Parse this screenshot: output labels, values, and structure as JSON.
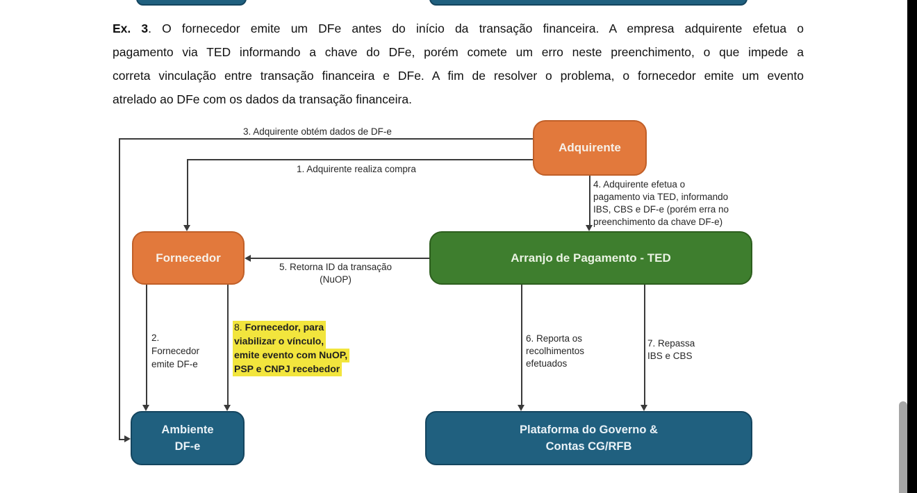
{
  "colors": {
    "orange_fill": "#E2793C",
    "orange_border": "#C05F28",
    "green_fill": "#3E7E2E",
    "green_border": "#2D5E1E",
    "teal_fill": "#20607F",
    "teal_border": "#14455F",
    "highlight_yellow": "#F2E53D",
    "line_color": "#3A3A3A",
    "label_color": "#262626",
    "scrollbar_thumb": "#A6A6A6",
    "right_edge_strip": "#000000"
  },
  "paragraph": {
    "bold_prefix": "Ex. 3",
    "line1_rest": ". O fornecedor emite um DFe antes do início da transação financeira. A empresa adquirente efetua o",
    "line2": "pagamento via TED informando a chave do DFe, porém comete um erro neste preenchimento, o que impede a",
    "line3": "correta vinculação entre transação financeira e DFe. A fim de resolver o problema, o fornecedor emite um evento",
    "line4": "atrelado ao DFe com os dados da transação financeira."
  },
  "diagram": {
    "nodes": {
      "adquirente": "Adquirente",
      "fornecedor": "Fornecedor",
      "arranjo": "Arranjo de Pagamento - TED",
      "ambiente_line1": "Ambiente",
      "ambiente_line2": "DF-e",
      "plataforma_line1": "Plataforma do Governo &",
      "plataforma_line2": "Contas CG/RFB"
    },
    "edge_labels": {
      "e1": "1. Adquirente realiza compra",
      "e2_lines": [
        "2.",
        "Fornecedor",
        "emite DF-e"
      ],
      "e3": "3. Adquirente obtém dados de DF-e",
      "e4_lines": [
        "4. Adquirente efetua o",
        "pagamento via TED, informando",
        "IBS, CBS e DF-e (porém erra no",
        "preenchimento da chave DF-e)"
      ],
      "e5_line1": "5. Retorna ID da transação",
      "e5_line2": "(NuOP)",
      "e6_lines": [
        "6. Reporta os",
        "recolhimentos",
        "efetuados"
      ],
      "e7_lines": [
        "7. Repassa",
        "IBS e CBS"
      ],
      "e8_prefix": "8. ",
      "e8_bold_lines": [
        "Fornecedor, para",
        "viabilizar o vínculo,",
        "emite evento com NuOP,",
        "PSP e CNPJ recebedor"
      ]
    }
  }
}
